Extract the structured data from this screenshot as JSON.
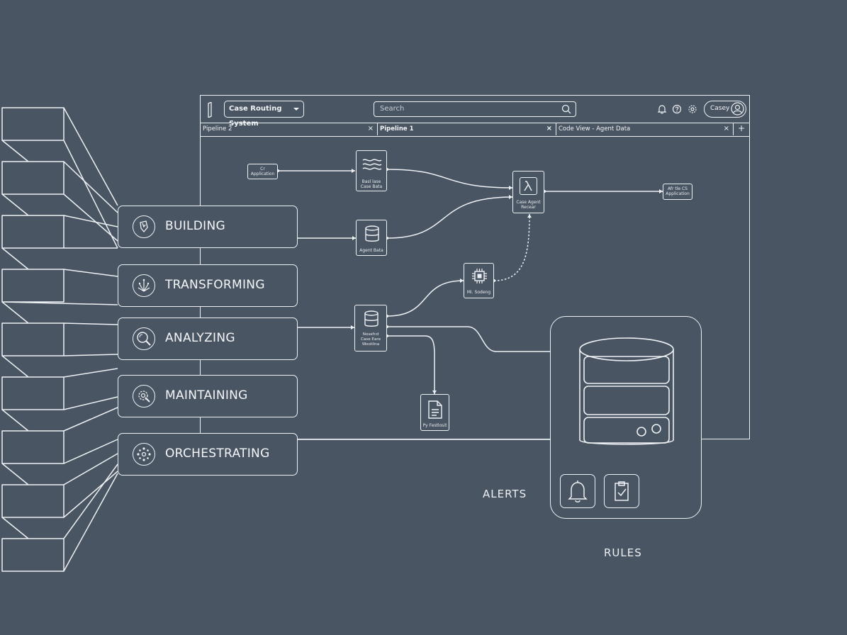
{
  "app": {
    "selector_label": "Case Routing System",
    "search_placeholder": "Search",
    "user_name": "Casey",
    "icons": [
      "bell-icon",
      "help-icon",
      "gear-icon",
      "user-icon"
    ]
  },
  "tabs": [
    {
      "label": "Pipeline 2",
      "close": "×"
    },
    {
      "label": "Pipeline 1",
      "close": "×"
    },
    {
      "label": "Code View - Agent Data",
      "close": "×"
    }
  ],
  "tab_add": "+",
  "pipeline_nodes": {
    "input": [
      "Cr",
      "Application"
    ],
    "data_top": [
      "Basl lase",
      "Case Bata"
    ],
    "data_mid": [
      "Agent Bata"
    ],
    "lambda": [
      "Case Agent",
      "Recear"
    ],
    "output": [
      "Afr tle CS",
      "Application"
    ],
    "ml": [
      "Mi. Sodeng"
    ],
    "db_lower": [
      "Nosefcd",
      "Case Eare",
      "Wootilna"
    ],
    "doc": [
      "Py Festlosit"
    ]
  },
  "categories": [
    {
      "label": "BUILDING",
      "icon": "shield-icon"
    },
    {
      "label": "TRANSFORMING",
      "icon": "spark-icon"
    },
    {
      "label": "ANALYZING",
      "icon": "magnifier-icon"
    },
    {
      "label": "MAINTAINING",
      "icon": "wrench-gear-icon"
    },
    {
      "label": "ORCHESTRATING",
      "icon": "network-icon"
    }
  ],
  "panel": {
    "icons": [
      "database-icon",
      "bell-icon",
      "clipboard-check-icon"
    ]
  },
  "captions": {
    "alerts": "ALERTS",
    "rules": "RULES"
  },
  "colors": {
    "background": "#4a5563",
    "line": "#eef1f4"
  }
}
